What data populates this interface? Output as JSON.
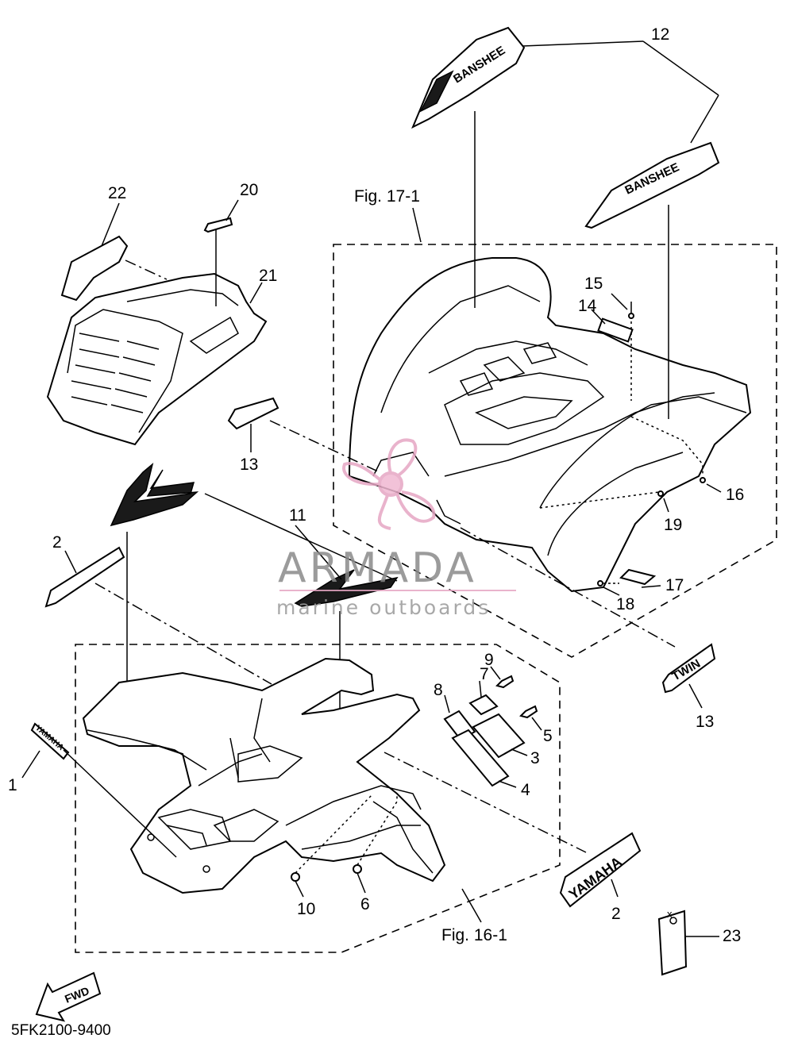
{
  "diagram": {
    "part_code": "5FK2100-9400",
    "figure_refs": {
      "rear": "Fig. 17-1",
      "front": "Fig. 16-1"
    },
    "direction_tag": "FWD",
    "callouts": {
      "c1": "1",
      "c2a": "2",
      "c2b": "2",
      "c3": "3",
      "c4": "4",
      "c5": "5",
      "c6": "6",
      "c7": "7",
      "c8": "8",
      "c9": "9",
      "c10": "10",
      "c11": "11",
      "c12": "12",
      "c13a": "13",
      "c13b": "13",
      "c14": "14",
      "c15": "15",
      "c16": "16",
      "c17": "17",
      "c18": "18",
      "c19": "19",
      "c20": "20",
      "c21": "21",
      "c22": "22",
      "c23": "23"
    },
    "decal_text": {
      "yamaha_small": "YAMAHA",
      "yamaha_large": "YAMAHA",
      "banshee_top": "BANSHEE",
      "banshee_bottom": "BANSHEE",
      "twin_decal": "TWIN"
    },
    "watermark": {
      "brand": "ARMADA",
      "tagline": "marine outboards"
    }
  }
}
